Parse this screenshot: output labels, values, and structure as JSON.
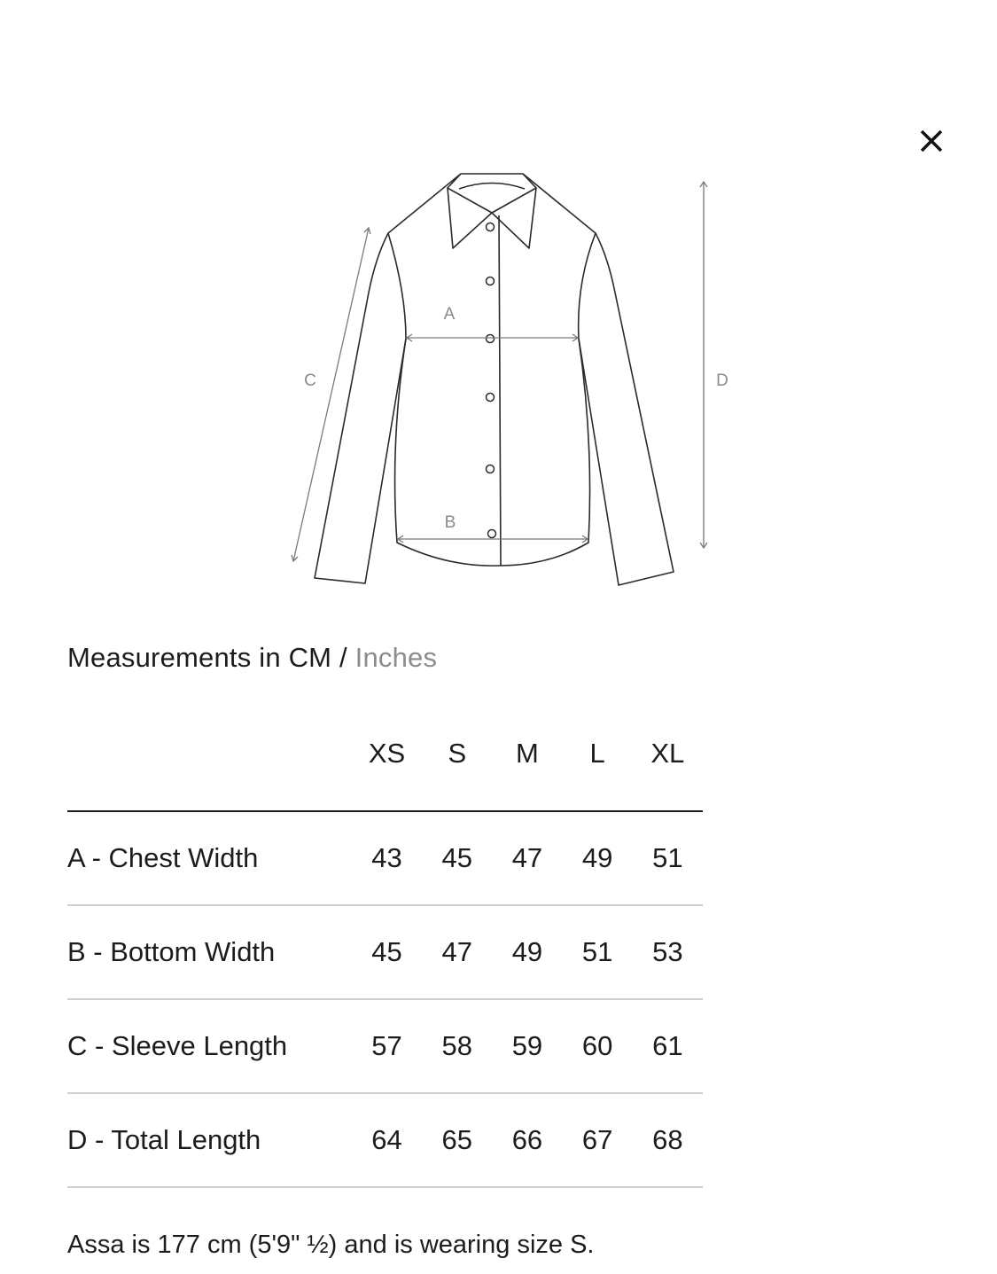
{
  "close": {
    "icon": "close-icon"
  },
  "diagram": {
    "labels": {
      "a": "A",
      "b": "B",
      "c": "C",
      "d": "D"
    }
  },
  "units": {
    "active": "Measurements in CM",
    "separator": " / ",
    "alternate": "Inches"
  },
  "table": {
    "sizes": [
      "XS",
      "S",
      "M",
      "L",
      "XL"
    ],
    "rows": [
      {
        "label": "A - Chest Width",
        "values": [
          "43",
          "45",
          "47",
          "49",
          "51"
        ]
      },
      {
        "label": "B - Bottom Width",
        "values": [
          "45",
          "47",
          "49",
          "51",
          "53"
        ]
      },
      {
        "label": "C - Sleeve Length",
        "values": [
          "57",
          "58",
          "59",
          "60",
          "61"
        ]
      },
      {
        "label": "D - Total Length",
        "values": [
          "64",
          "65",
          "66",
          "67",
          "68"
        ]
      }
    ]
  },
  "model_note": "Assa is 177 cm (5'9\" ½) and is wearing size S."
}
